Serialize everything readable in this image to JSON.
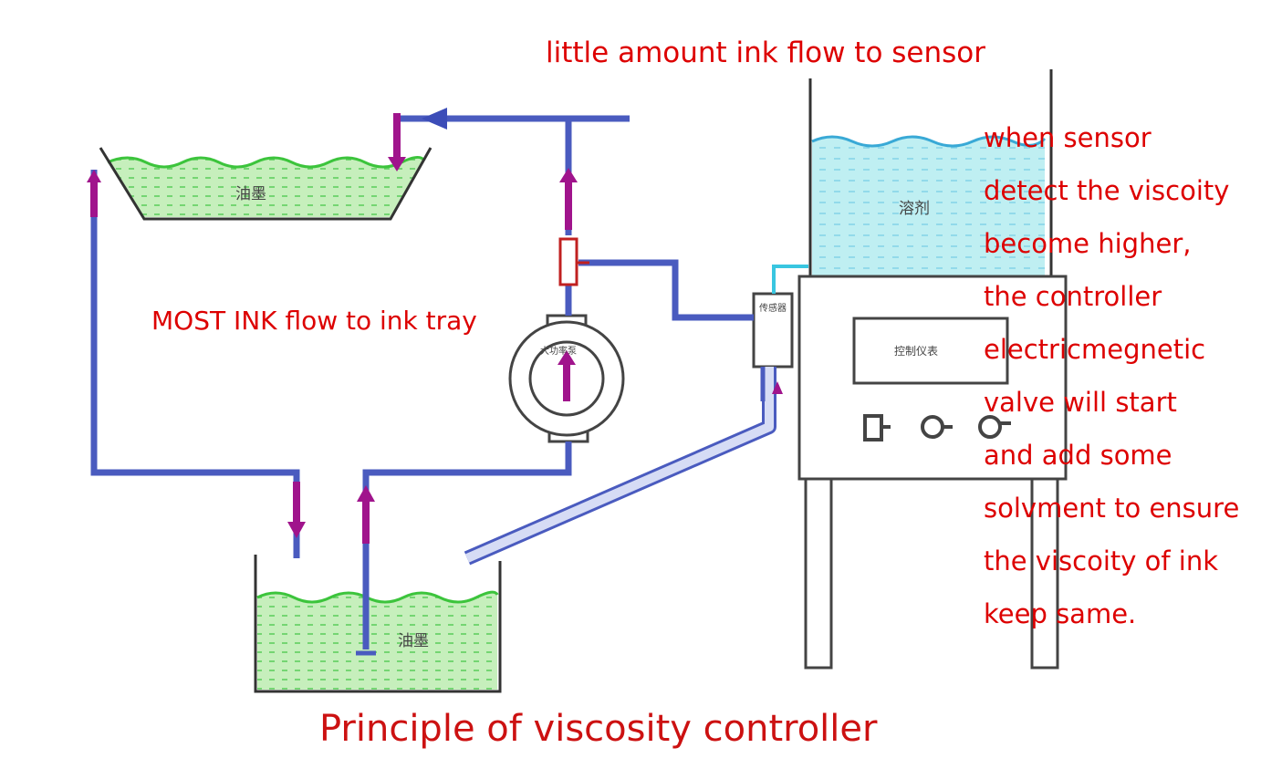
{
  "labels": {
    "top_flow": "little amount ink flow to sensor",
    "most_ink": "MOST INK flow to ink tray",
    "title": "Principle of viscosity controller"
  },
  "note_lines": [
    "when sensor",
    "detect the viscoity",
    "become higher,",
    "the controller",
    "electricmegnetic",
    "valve will start",
    "and add some",
    "solvment to ensure",
    "the viscoity of ink",
    "keep same."
  ],
  "cjk": {
    "upper_tray": "油墨",
    "lower_tank": "油墨",
    "solvent_tank": "溶剂",
    "sensor_box": "传感器",
    "display": "控制仪表",
    "pump": "大功率泵"
  },
  "colors": {
    "pipe": "#4a5bbf",
    "pipe_light": "#b8c4ee",
    "arrow": "#a0148c",
    "ink_green": "#c6efbc",
    "ink_wave": "#3cc43c",
    "solvent_blue": "#bfeff2",
    "solvent_wave": "#39a9d6",
    "text_red": "#dd0000"
  }
}
